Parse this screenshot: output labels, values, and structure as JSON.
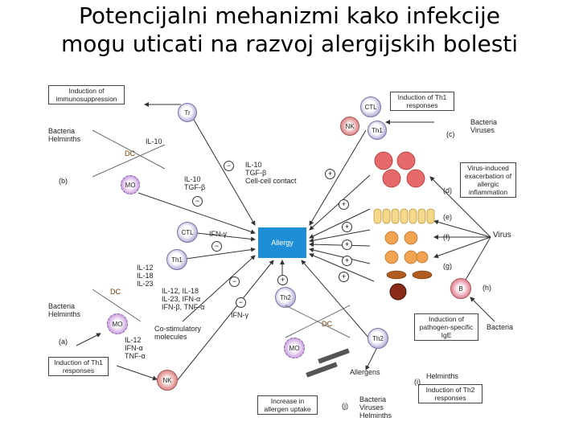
{
  "title_line1": "Potencijalni mehanizmi kako infekcije",
  "title_line2": "mogu uticati na razvoj alergijskih bolesti",
  "center": "Allergy",
  "boxes": {
    "immunosuppression": "Induction of immunosuppression",
    "th1_top": "Induction of Th1 responses",
    "th1_bottom": "Induction of Th1 responses",
    "virus_exacerbation": "Virus-induced exacerbation of allergic inflammation",
    "ige": "Induction of pathogen-specific IgE",
    "th2": "Induction of Th2 responses",
    "uptake": "Increase in allergen uptake"
  },
  "cells": {
    "tr": "Tr",
    "ctl_top": "CTL",
    "nk_top": "NK",
    "th1_top": "Th1",
    "ctl_mid": "CTL",
    "th1_mid": "Th1",
    "th2_mid": "Th2",
    "th2_low": "Th2",
    "mo_top": "MO",
    "mo_low": "MO",
    "mo_bottom": "MO",
    "nk_bottom": "NK",
    "b": "B",
    "dc_top": "DC",
    "dc_mid": "DC",
    "dc_low": "DC"
  },
  "labels": {
    "bact_top": "Bacteria\nHelminths",
    "il10_a": "IL-10",
    "il10_tgf": "IL-10\nTGF-β",
    "il10_tgf_cc": "IL-10\nTGF-β\nCell-cell contact",
    "b_label": "(b)",
    "bv_top": "Bacteria\nViruses",
    "c_label": "(c)",
    "d_label": "(d)",
    "e_label": "(e)",
    "f_label": "(f)",
    "g_label": "(g)",
    "h_label": "(h)",
    "virus": "Virus",
    "ifn_g_a": "IFN-γ",
    "ils": "IL-12\nIL-18\nIL-23",
    "il_cluster": "IL-12, IL-18\nIL-23, IFN-α\nIFN-β, TNF-α",
    "ifn_g_b": "IFN-γ",
    "bact_low": "Bacteria\nHelminths",
    "a_label": "(a)",
    "costim": "Co-stimulatory\nmolecules",
    "il12_ifn": "IL-12\nIFN-α\nTNF-α",
    "bacteria_right": "Bacteria",
    "allergens": "Allergens",
    "helminths": "Helminths",
    "i_label": "(i)",
    "j_label": "(j)",
    "bvh_bottom": "Bacteria\nViruses\nHelminths"
  }
}
